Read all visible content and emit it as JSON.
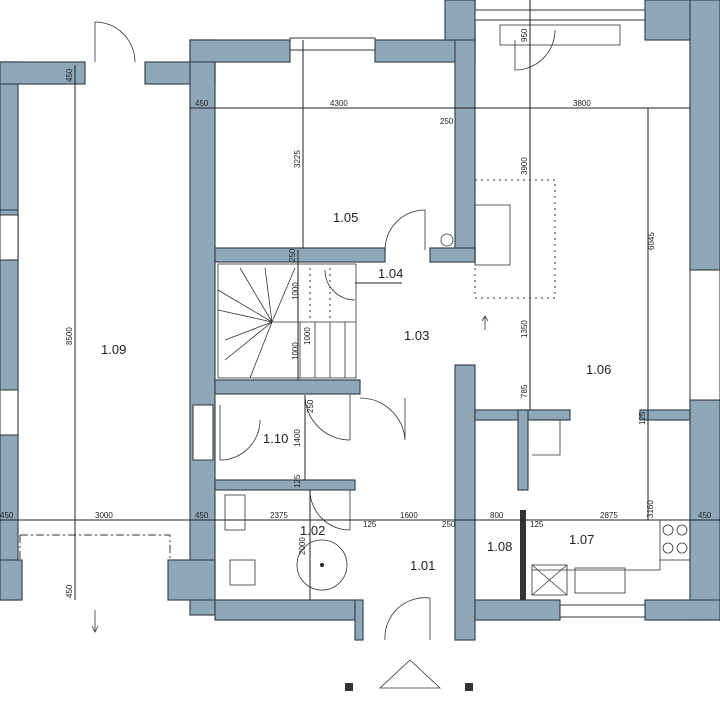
{
  "title": "Ground floor plan",
  "rooms": {
    "r101": "1.01",
    "r102": "1.02",
    "r103": "1.03",
    "r104": "1.04",
    "r105": "1.05",
    "r106": "1.06",
    "r107": "1.07",
    "r108": "1.08",
    "r109": "1.09",
    "r110": "1.10"
  },
  "dimensions": {
    "top_450_left": "450",
    "top_450": "450",
    "top_4300": "4300",
    "top_250": "250",
    "top_3800": "3800",
    "v_950": "950",
    "v_3225": "3225",
    "v_3900": "3900",
    "v_6045": "6045",
    "v_8500": "8500",
    "v_1350": "1350",
    "v_785": "785",
    "v_125_right": "125",
    "v_250_stair": "250",
    "v_1000_a": "1000",
    "v_1000_b": "1000",
    "v_1000_c": "1000",
    "v_250_110": "250",
    "v_1400": "1400",
    "v_125_110": "125",
    "v_2000": "2000",
    "v_3160": "3160",
    "v_450_bottom": "450",
    "b_450_left": "450",
    "b_3000": "3000",
    "b_450": "450",
    "b_2375": "2375",
    "b_125": "125",
    "b_1600": "1600",
    "b_250": "250",
    "b_800": "800",
    "b_125_b": "125",
    "b_2875": "2875",
    "b_450_right": "450"
  }
}
